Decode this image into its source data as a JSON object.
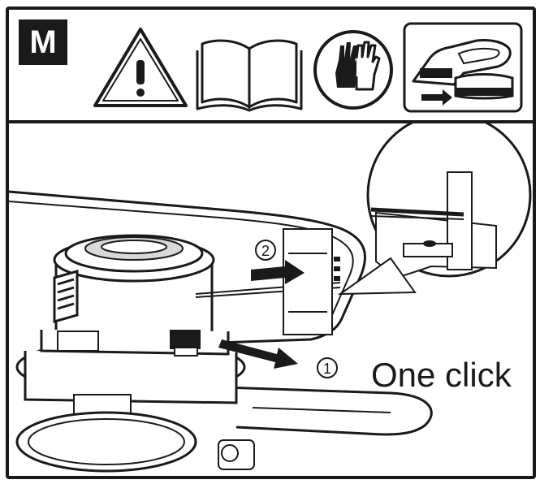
{
  "header": {
    "badge_letter": "M",
    "icons": [
      "warning-icon",
      "manual-book-icon",
      "gloves-icon",
      "remove-battery-icon"
    ]
  },
  "steps": [
    {
      "number": "1",
      "caption": "One click"
    },
    {
      "number": "2"
    }
  ],
  "colors": {
    "ink": "#1a1a1a",
    "paper": "#ffffff",
    "shade": "#d9d9d9"
  }
}
